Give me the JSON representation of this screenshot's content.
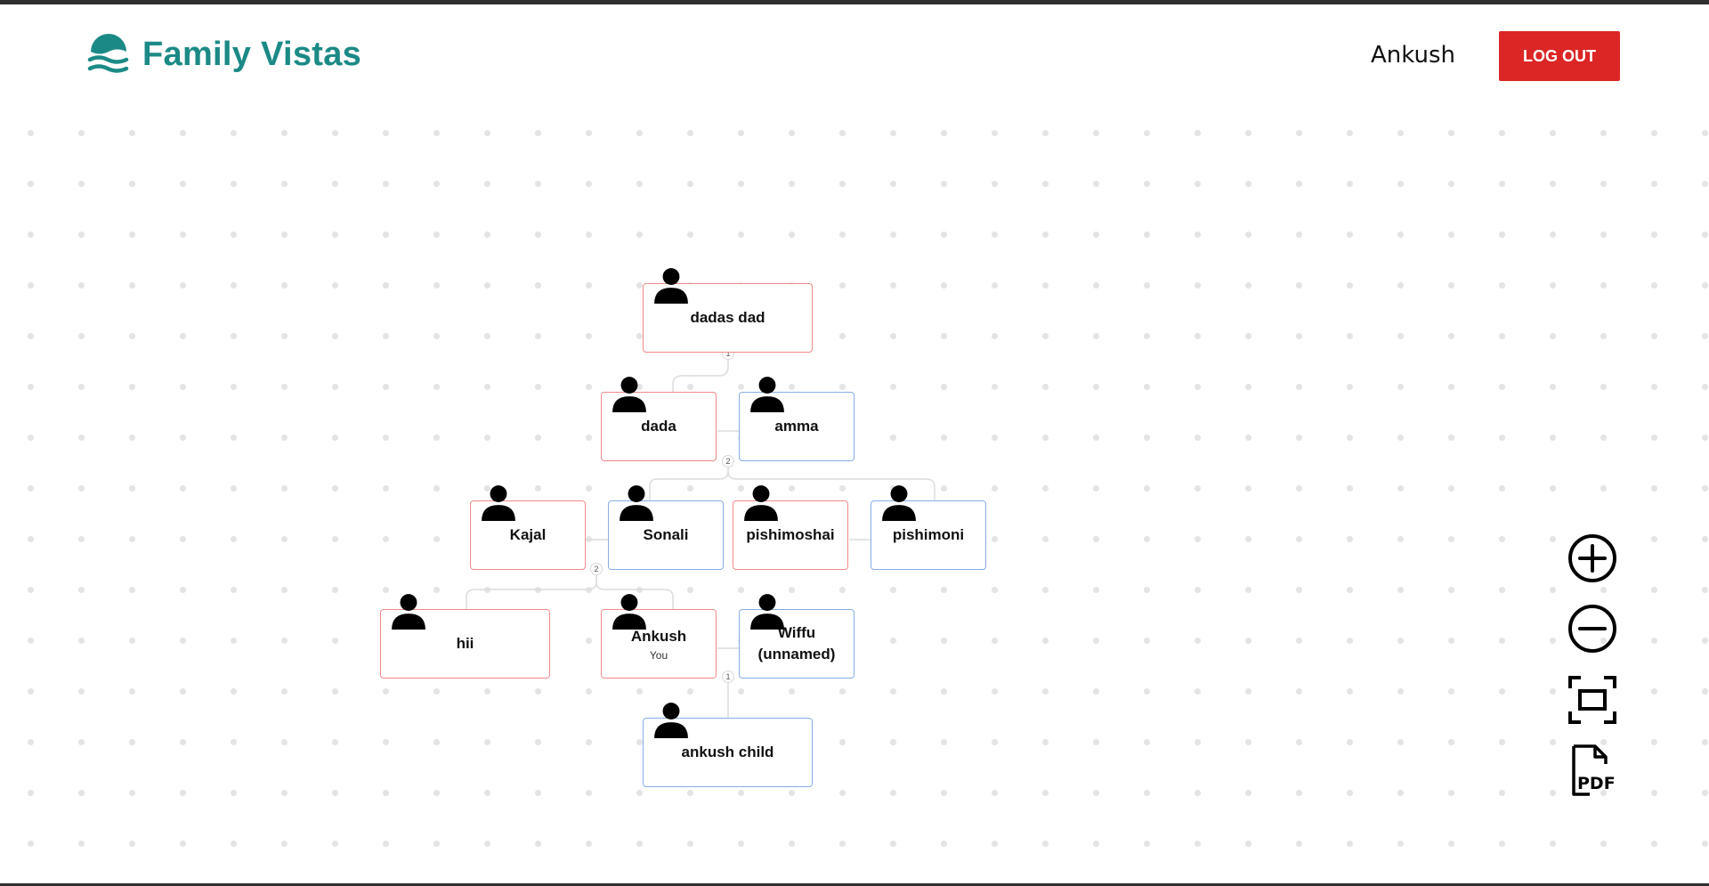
{
  "header": {
    "brand_name": "Family Vistas",
    "brand_icon": "waves-icon",
    "username": "Ankush",
    "logout_label": "LOG OUT"
  },
  "colors": {
    "brand": "#1b8a86",
    "logout": "#dc2626",
    "male_border": "#f08a8a",
    "female_border": "#86aee6",
    "dot_grid": "#e4e4e4"
  },
  "tree": {
    "people": [
      {
        "name": "dadas dad",
        "gender": "male"
      },
      {
        "name": "dada",
        "gender": "male"
      },
      {
        "name": "amma",
        "gender": "female"
      },
      {
        "name": "Kajal",
        "gender": "male"
      },
      {
        "name": "Sonali",
        "gender": "female"
      },
      {
        "name": "pishimoshai",
        "gender": "male"
      },
      {
        "name": "pishimoni",
        "gender": "female"
      },
      {
        "name": "hii",
        "gender": "male"
      },
      {
        "name": "Ankush",
        "gender": "male",
        "sub": "You"
      },
      {
        "name": "Wiffu (unnamed)",
        "gender": "female"
      },
      {
        "name": "ankush child",
        "gender": "female"
      }
    ],
    "child_counts": [
      "1",
      "2",
      "2",
      "1"
    ]
  },
  "controls": {
    "zoom_in": "zoom-in-icon",
    "zoom_out": "zoom-out-icon",
    "fit": "fit-screen-icon",
    "pdf": "pdf-icon"
  }
}
